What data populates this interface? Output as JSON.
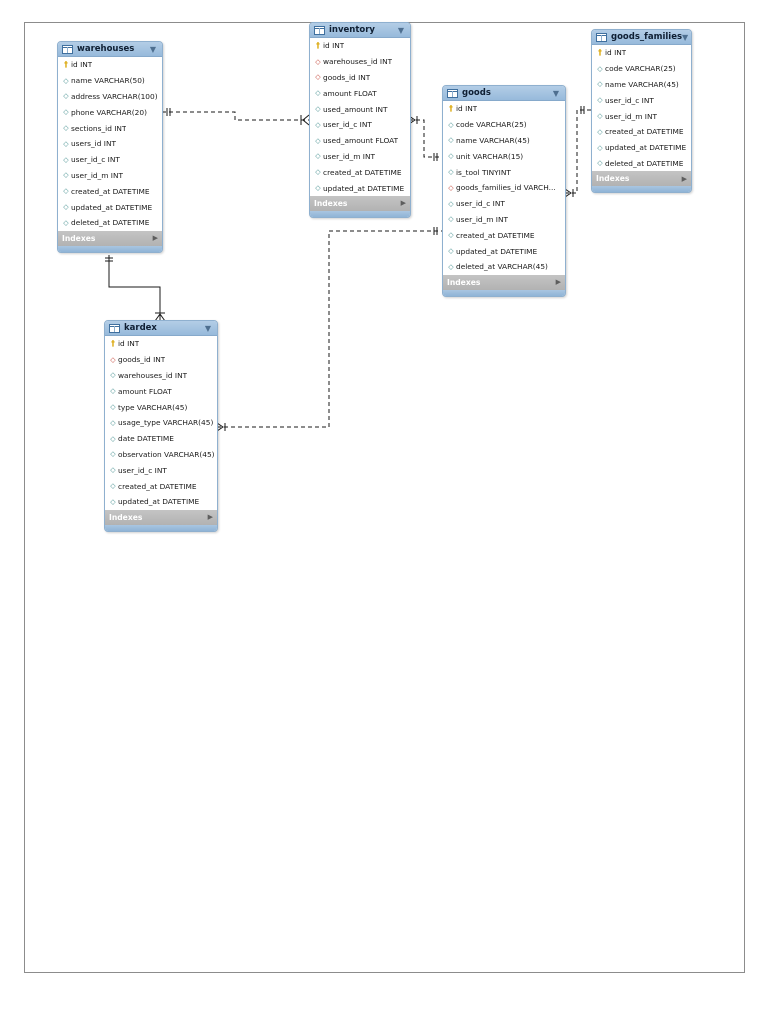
{
  "indexes_label": "Indexes",
  "colors": {
    "header": "#a4c4e2",
    "pk_icon": "#d9a400",
    "fk_icon": "#c0392b",
    "column_icon": "#3c8a8a"
  },
  "tables": [
    {
      "id": "warehouses",
      "title": "warehouses",
      "columns": [
        {
          "kind": "pk",
          "text": "id INT"
        },
        {
          "kind": "col",
          "text": "name VARCHAR(50)"
        },
        {
          "kind": "col",
          "text": "address VARCHAR(100)"
        },
        {
          "kind": "col",
          "text": "phone VARCHAR(20)"
        },
        {
          "kind": "col",
          "text": "sections_id INT"
        },
        {
          "kind": "col",
          "text": "users_id INT"
        },
        {
          "kind": "col",
          "text": "user_id_c INT"
        },
        {
          "kind": "col",
          "text": "user_id_m INT"
        },
        {
          "kind": "col",
          "text": "created_at DATETIME"
        },
        {
          "kind": "col",
          "text": "updated_at DATETIME"
        },
        {
          "kind": "col",
          "text": "deleted_at DATETIME"
        }
      ]
    },
    {
      "id": "inventory",
      "title": "inventory",
      "columns": [
        {
          "kind": "pk",
          "text": "id INT"
        },
        {
          "kind": "fk",
          "text": "warehouses_id INT"
        },
        {
          "kind": "fk",
          "text": "goods_id INT"
        },
        {
          "kind": "col",
          "text": "amount FLOAT"
        },
        {
          "kind": "col",
          "text": "used_amount INT"
        },
        {
          "kind": "col",
          "text": "user_id_c INT"
        },
        {
          "kind": "col",
          "text": "used_amount FLOAT"
        },
        {
          "kind": "col",
          "text": "user_id_m INT"
        },
        {
          "kind": "col",
          "text": "created_at DATETIME"
        },
        {
          "kind": "col",
          "text": "updated_at DATETIME"
        }
      ]
    },
    {
      "id": "goods",
      "title": "goods",
      "columns": [
        {
          "kind": "pk",
          "text": "id INT"
        },
        {
          "kind": "col",
          "text": "code VARCHAR(25)"
        },
        {
          "kind": "col",
          "text": "name VARCHAR(45)"
        },
        {
          "kind": "col",
          "text": "unit VARCHAR(15)"
        },
        {
          "kind": "col",
          "text": "is_tool TINYINT"
        },
        {
          "kind": "fk",
          "text": "goods_families_id VARCH..."
        },
        {
          "kind": "col",
          "text": "user_id_c INT"
        },
        {
          "kind": "col",
          "text": "user_id_m INT"
        },
        {
          "kind": "col",
          "text": "created_at DATETIME"
        },
        {
          "kind": "col",
          "text": "updated_at DATETIME"
        },
        {
          "kind": "col",
          "text": "deleted_at VARCHAR(45)"
        }
      ]
    },
    {
      "id": "goods_families",
      "title": "goods_families",
      "columns": [
        {
          "kind": "pk",
          "text": "id INT"
        },
        {
          "kind": "col",
          "text": "code VARCHAR(25)"
        },
        {
          "kind": "col",
          "text": "name VARCHAR(45)"
        },
        {
          "kind": "col",
          "text": "user_id_c INT"
        },
        {
          "kind": "col",
          "text": "user_id_m INT"
        },
        {
          "kind": "col",
          "text": "created_at DATETIME"
        },
        {
          "kind": "col",
          "text": "updated_at DATETIME"
        },
        {
          "kind": "col",
          "text": "deleted_at DATETIME"
        }
      ]
    },
    {
      "id": "kardex",
      "title": "kardex",
      "columns": [
        {
          "kind": "pk",
          "text": "id INT"
        },
        {
          "kind": "fk",
          "text": "goods_id INT"
        },
        {
          "kind": "col",
          "text": "warehouses_id INT"
        },
        {
          "kind": "col",
          "text": "amount FLOAT"
        },
        {
          "kind": "col",
          "text": "type VARCHAR(45)"
        },
        {
          "kind": "col",
          "text": "usage_type VARCHAR(45)"
        },
        {
          "kind": "col",
          "text": "date DATETIME"
        },
        {
          "kind": "col",
          "text": "observation VARCHAR(45)"
        },
        {
          "kind": "col",
          "text": "user_id_c INT"
        },
        {
          "kind": "col",
          "text": "created_at DATETIME"
        },
        {
          "kind": "col",
          "text": "updated_at DATETIME"
        }
      ]
    }
  ],
  "relationships": [
    {
      "name": "warehouses-inventory",
      "from": "warehouses",
      "to": "inventory",
      "from_end": "one",
      "to_end": "many",
      "identifying": false
    },
    {
      "name": "goods-inventory",
      "from": "goods",
      "to": "inventory",
      "from_end": "one",
      "to_end": "many",
      "identifying": false
    },
    {
      "name": "goods_families-goods",
      "from": "goods_families",
      "to": "goods",
      "from_end": "one",
      "to_end": "many",
      "identifying": false
    },
    {
      "name": "warehouses-kardex",
      "from": "warehouses",
      "to": "kardex",
      "from_end": "one",
      "to_end": "many",
      "identifying": true
    },
    {
      "name": "goods-kardex",
      "from": "goods",
      "to": "kardex",
      "from_end": "one",
      "to_end": "many",
      "identifying": false
    }
  ]
}
